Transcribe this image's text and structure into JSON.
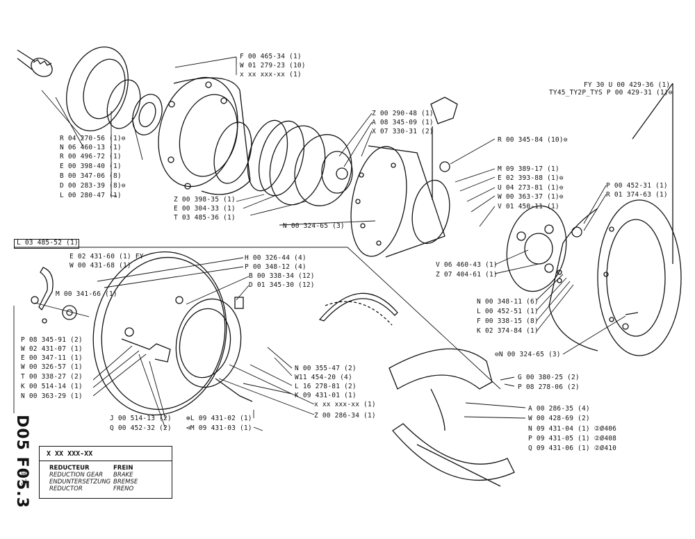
{
  "document": {
    "code": "D05 F05.3",
    "date": "3-75",
    "title_block": {
      "number": "X XX XXX-XX",
      "left_col": [
        "REDUCTEUR",
        "REDUCTION GEAR",
        "ENDUNTERSETZUNG",
        "REDUCTOR"
      ],
      "right_col": [
        "FREIN",
        "BRAKE",
        "BREMSE",
        "FRENO"
      ]
    }
  },
  "labels": {
    "f00465": "F 00 465-34 (1)",
    "w01279": "W 01 279-23 (10)",
    "xxx_top": "x xx xxx-xx (1)",
    "r04270": "R 04 270-56 (1)⊖",
    "n06460": "N 06 460-13 (1)",
    "r00496": "R 00 496-72 (1)",
    "e00398": "E 00 398-40 (1)",
    "b00347": "B 00 347-06 (8)",
    "d00283": "D 00 283-39 (8)⊖",
    "l00280": "L 00 280-47 (1)",
    "z00398": "Z 00 398-35 (1)",
    "e00304": "E 00 304-33 (1)",
    "t03485": "T 03 485-36 (1)",
    "z00290": "Z 00 290-48 (1)",
    "a08345": "A 08 345-09 (1)",
    "x07330": "X 07 330-31 (2)",
    "n00324_a": "N 00 324-65 (3)",
    "fy30": "FY 30  U 00 429-36 (1)",
    "ty45": "TY45_TY2P_TYS  P 00 429-31 (1)⊖",
    "r00345": "R 00 345-84 (10)⊖",
    "m09389": "M 09 389-17 (1)",
    "e02393": "E 02 393-88 (1)⊖",
    "u04273": "U 04 273-81 (1)⊖",
    "w00363": "W 00 363-37 (1)⊖",
    "v01450": "V 01 450-11 (1)",
    "p00452": "P 00 452-31 (1)",
    "r01374": "R 01 374-63 (1)",
    "v06460": "V 06 460-43 (1)",
    "z07404": "Z 07 404-61 (1)",
    "n00348": "N 00 348-11 (6)",
    "l00452": "L 00 452-51 (1)",
    "f00338": "F 00 338-15 (8)",
    "k02374": "K 02 374-84 (1)",
    "n00324_b": "⊖N 00 324-65 (3)",
    "l03485": "L 03 485-52 (1)",
    "e02431": "E 02 431-60 (1)  FY",
    "w00431": "W 00 431-68 (1)",
    "m00341": "M 00 341-66 (1)",
    "h00326": "H 00 326-44 (4)",
    "p00348": "P 00 348-12 (4)",
    "b00338": "B 00 338-34 (12)",
    "d01345": "D 01 345-30 (12)",
    "p08345": "P 08 345-91 (2)",
    "w02431": "W 02 431-07 (1)",
    "e00347": "E 00 347-11 (1)",
    "w00326": "W 00 326-57 (1)",
    "t00338": "T 00 338-27 (2)",
    "k00514": "K 00 514-14 (1)",
    "n00363": "N 00 363-29 (1)",
    "n00355": "N 00 355-47 (2)",
    "w11454": "W11 454-20 (4)",
    "l16278": "L 16 278-81 (2)",
    "k09431": "K 09 431-01 (1)",
    "xxx_mid": "x xx xxx-xx (1)",
    "z00286": "Z 00 286-34 (1)",
    "j00514": "J 00 514-13 (2)",
    "q00452": "Q 00 452-32 (2)",
    "l09431": "⊕L 09 431-02 (1)",
    "m09431": "⊲M 09 431-03 (1)",
    "g00380": "G 00 380-25 (2)",
    "p08278": "P 08 278-06 (2)",
    "a00286": "A 00 286-35 (4)",
    "w00428": "W 00 428-69 (2)",
    "n09431": "N 09 431-04 (1) ②Ø406",
    "p09431": "P 09 431-05 (1) ②Ø408",
    "q09431": "Q 09 431-06 (1) ②Ø410"
  }
}
